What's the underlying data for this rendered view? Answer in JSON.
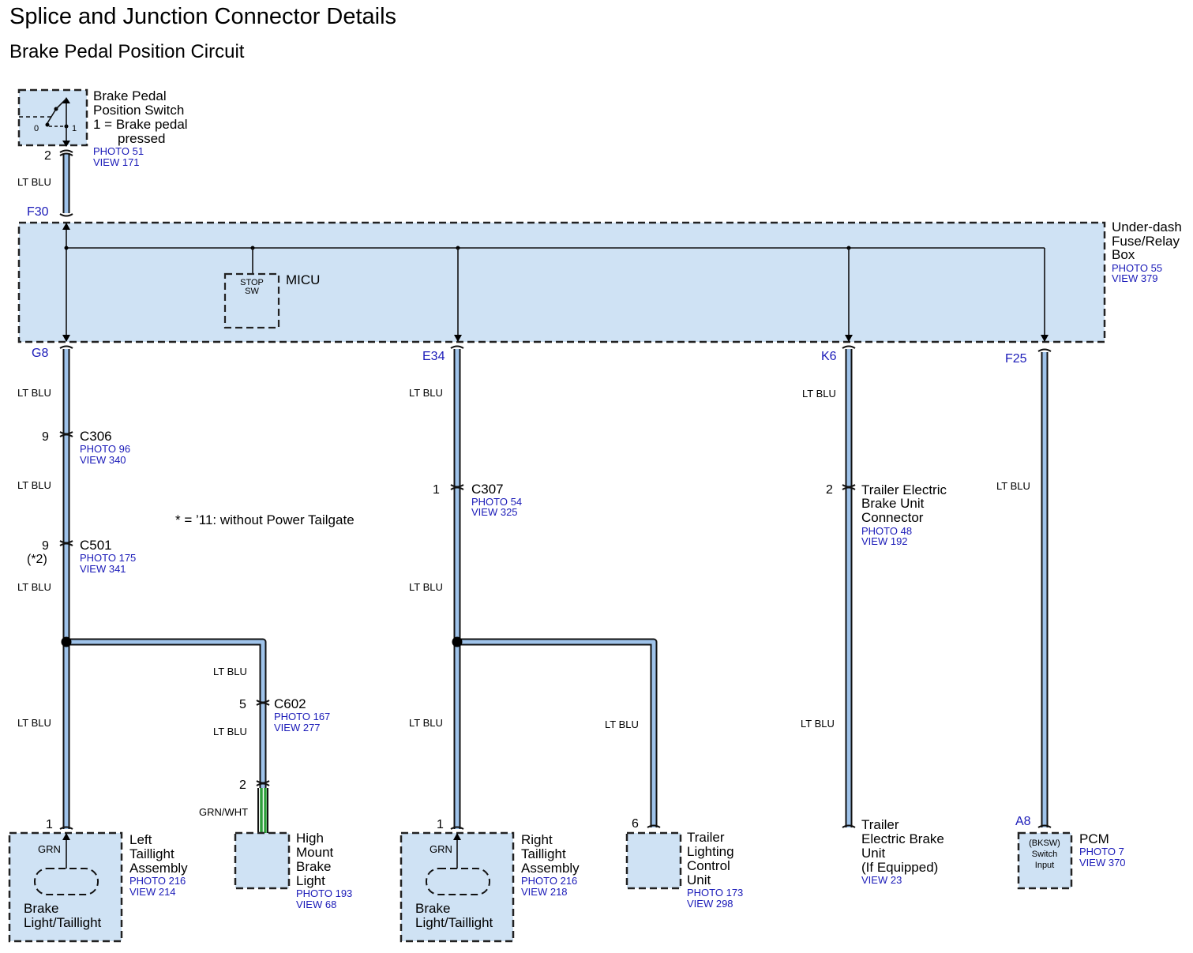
{
  "title": "Splice and Junction Connector Details",
  "subtitle": "Brake Pedal Position Circuit",
  "note": "* = ’11: without Power Tailgate",
  "wire_colors": {
    "lt_blu": "#9fc3ea",
    "grn": "#2e9e3a",
    "box_fill": "#cfe2f4",
    "ref_text": "#1a1ab8"
  },
  "components": {
    "brake_switch": {
      "lines": [
        "Brake Pedal",
        "Position Switch",
        "1 = Brake pedal",
        "pressed"
      ],
      "photo": "PHOTO 51",
      "view": "VIEW 171",
      "pin": "2",
      "pos0": "0",
      "pos1": "1"
    },
    "fuse_box": {
      "lines": [
        "Under-dash",
        "Fuse/Relay",
        "Box"
      ],
      "photo": "PHOTO 55",
      "view": "VIEW 379",
      "in_terminal": "F30",
      "out_terminals": [
        "G8",
        "E34",
        "K6",
        "F25"
      ]
    },
    "micu": {
      "name": "MICU",
      "inner": [
        "STOP",
        "SW"
      ]
    },
    "c306": {
      "name": "C306",
      "photo": "PHOTO 96",
      "view": "VIEW 340",
      "pin": "9"
    },
    "c501": {
      "name": "C501",
      "photo": "PHOTO 175",
      "view": "VIEW 341",
      "pin": "9",
      "pin_note": "(*2)"
    },
    "c602": {
      "name": "C602",
      "photo": "PHOTO 167",
      "view": "VIEW 277",
      "pin": "5"
    },
    "c307": {
      "name": "C307",
      "photo": "PHOTO 54",
      "view": "VIEW 325",
      "pin": "1"
    },
    "trailer_connector": {
      "lines": [
        "Trailer Electric",
        "Brake Unit",
        "Connector"
      ],
      "photo": "PHOTO 48",
      "view": "VIEW 192",
      "pin": "2"
    },
    "left_taillight": {
      "lines": [
        "Left",
        "Taillight",
        "Assembly"
      ],
      "photo": "PHOTO 216",
      "view": "VIEW 214",
      "pin": "1",
      "inner_wire": "GRN",
      "bulb": [
        "Brake",
        "Light/Taillight"
      ]
    },
    "high_mount": {
      "lines": [
        "High",
        "Mount",
        "Brake",
        "Light"
      ],
      "photo": "PHOTO 193",
      "view": "VIEW 68",
      "pin": "2"
    },
    "right_taillight": {
      "lines": [
        "Right",
        "Taillight",
        "Assembly"
      ],
      "photo": "PHOTO 216",
      "view": "VIEW 218",
      "pin": "1",
      "inner_wire": "GRN",
      "bulb": [
        "Brake",
        "Light/Taillight"
      ]
    },
    "trailer_lighting": {
      "lines": [
        "Trailer",
        "Lighting",
        "Control",
        "Unit"
      ],
      "photo": "PHOTO 173",
      "view": "VIEW 298",
      "pin": "6"
    },
    "trailer_brake_unit": {
      "lines": [
        "Trailer",
        "Electric Brake",
        "Unit",
        "(If Equipped)"
      ],
      "view": "VIEW 23"
    },
    "pcm": {
      "name": "PCM",
      "photo": "PHOTO 7",
      "view": "VIEW 370",
      "terminal": "A8",
      "inner": [
        "(BKSW)",
        "Switch",
        "Input"
      ]
    }
  },
  "wire_labels": {
    "lt_blu": "LT BLU",
    "grn_wht": "GRN/WHT"
  }
}
